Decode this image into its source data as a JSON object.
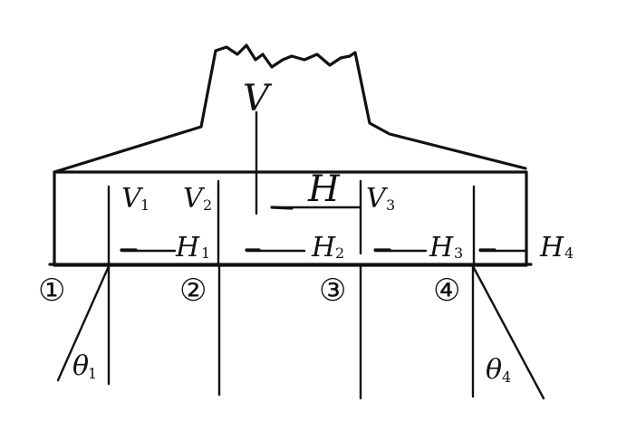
{
  "labels": {
    "V": "V",
    "H": "H",
    "V1": "V",
    "V1_sub": "1",
    "V2": "V",
    "V2_sub": "2",
    "V3": "V",
    "V3_sub": "3",
    "H1": "H",
    "H1_sub": "1",
    "H2": "H",
    "H2_sub": "2",
    "H3": "H",
    "H3_sub": "3",
    "H4": "H",
    "H4_sub": "4",
    "theta1": "θ",
    "theta1_sub": "1",
    "theta4": "θ",
    "theta4_sub": "4"
  },
  "points": {
    "p1": "①",
    "p2": "②",
    "p3": "③",
    "p4": "④"
  }
}
